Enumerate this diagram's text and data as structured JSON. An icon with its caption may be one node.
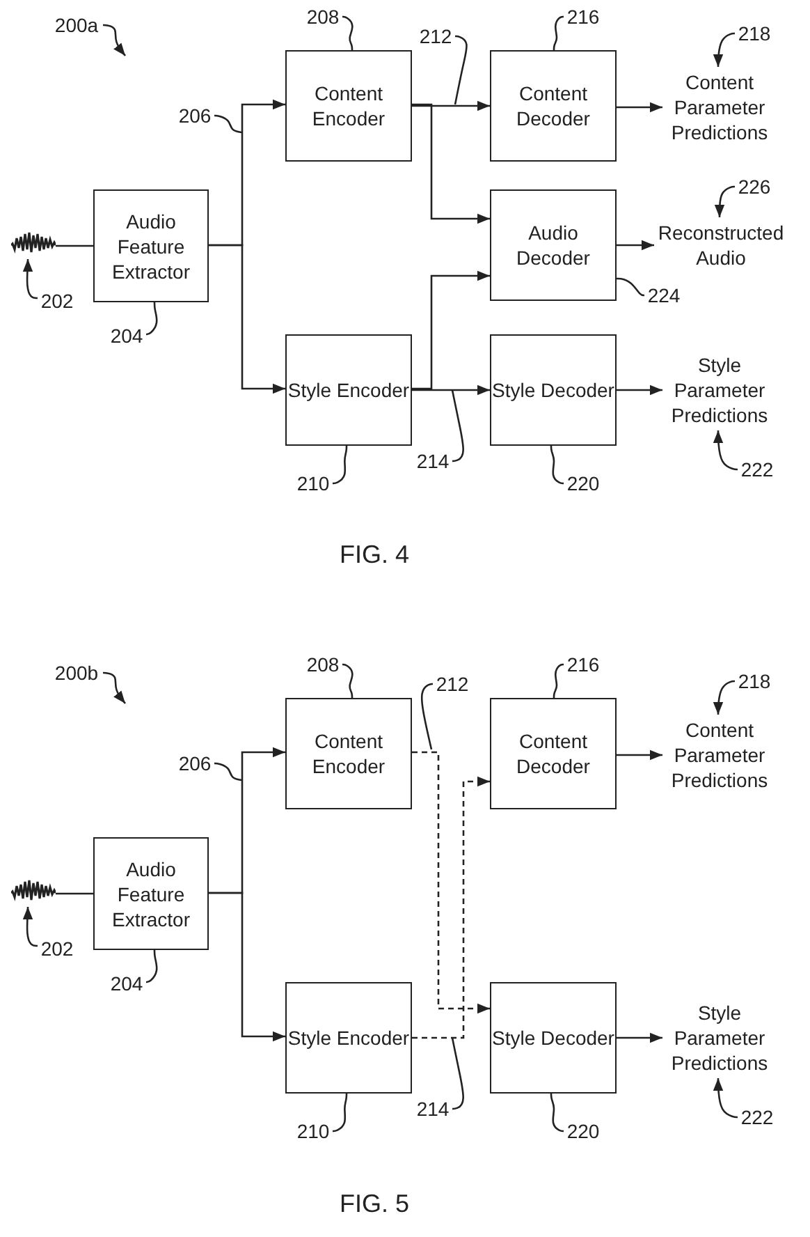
{
  "diagram": {
    "nodes": [
      {
        "text": [
          "200a"
        ]
      },
      {
        "text": [],
        "shape": "waveform"
      },
      {
        "text": [
          "202"
        ]
      },
      {
        "text": [
          "Audio Feature Extractor"
        ]
      },
      {
        "text": [
          "204"
        ]
      },
      {
        "text": [
          "206"
        ]
      },
      {
        "text": [
          "Content Encoder"
        ]
      },
      {
        "text": [
          "208"
        ]
      },
      {
        "text": [
          "Style Encoder"
        ]
      },
      {
        "text": [
          "210"
        ]
      },
      {
        "text": [
          "212"
        ]
      },
      {
        "text": [
          "214"
        ]
      },
      {
        "text": [
          "Content Decoder"
        ]
      },
      {
        "text": [
          "216"
        ]
      },
      {
        "text": [
          "Audio Decoder"
        ]
      },
      {
        "text": [
          "224"
        ]
      },
      {
        "text": [
          "Style Decoder"
        ]
      },
      {
        "text": [
          "220"
        ]
      },
      {
        "text": [
          "Content Parameter Predictions"
        ]
      },
      {
        "text": [
          "218"
        ]
      },
      {
        "text": [
          "Reconstructed Audio"
        ]
      },
      {
        "text": [
          "226"
        ]
      },
      {
        "text": [
          "Style Parameter Predictions"
        ]
      },
      {
        "text": [
          "222"
        ]
      },
      {
        "text": [
          "200b"
        ]
      },
      {
        "text": [],
        "shape": "waveform"
      },
      {
        "text": [
          "202"
        ]
      },
      {
        "text": [
          "Audio Feature Extractor"
        ]
      },
      {
        "text": [
          "204"
        ]
      },
      {
        "text": [
          "206"
        ]
      },
      {
        "text": [
          "Content Encoder"
        ]
      },
      {
        "text": [
          "208"
        ]
      },
      {
        "text": [
          "Style Encoder"
        ]
      },
      {
        "text": [
          "210"
        ]
      },
      {
        "text": [
          "212"
        ]
      },
      {
        "text": [
          "214"
        ]
      },
      {
        "text": [
          "Content Decoder"
        ]
      },
      {
        "text": [
          "216"
        ]
      },
      {
        "text": [
          "Style Decoder"
        ]
      },
      {
        "text": [
          "220"
        ]
      },
      {
        "text": [
          "Content Parameter Predictions"
        ]
      },
      {
        "text": [
          "218"
        ]
      },
      {
        "text": [
          "Style Parameter Predictions"
        ]
      },
      {
        "text": [
          "222"
        ]
      }
    ],
    "edges": [
      {
        "from": 1,
        "to": 3,
        "arrow": "none"
      },
      {
        "from": 3,
        "to": 6,
        "arrow": "to"
      },
      {
        "from": 3,
        "to": 8,
        "arrow": "to"
      },
      {
        "from": 6,
        "to": 12,
        "arrow": "to"
      },
      {
        "from": 6,
        "to": 14,
        "arrow": "to"
      },
      {
        "from": 8,
        "to": 14,
        "arrow": "to"
      },
      {
        "from": 8,
        "to": 16,
        "arrow": "to"
      },
      {
        "from": 12,
        "to": 18,
        "arrow": "to"
      },
      {
        "from": 14,
        "to": 20,
        "arrow": "to"
      },
      {
        "from": 16,
        "to": 22,
        "arrow": "to"
      },
      {
        "from": 0,
        "to": null,
        "arrow": "to"
      },
      {
        "from": 2,
        "to": 1,
        "arrow": "to"
      },
      {
        "from": 4,
        "to": 3,
        "arrow": "none"
      },
      {
        "from": 5,
        "to": null,
        "arrow": "none"
      },
      {
        "from": 7,
        "to": 6,
        "arrow": "none"
      },
      {
        "from": 9,
        "to": 8,
        "arrow": "none"
      },
      {
        "from": 10,
        "to": null,
        "arrow": "none"
      },
      {
        "from": 11,
        "to": null,
        "arrow": "none"
      },
      {
        "from": 13,
        "to": 12,
        "arrow": "none"
      },
      {
        "from": 15,
        "to": 14,
        "arrow": "none"
      },
      {
        "from": 17,
        "to": 16,
        "arrow": "none"
      },
      {
        "from": 19,
        "to": 18,
        "arrow": "to"
      },
      {
        "from": 21,
        "to": 20,
        "arrow": "to"
      },
      {
        "from": 23,
        "to": 22,
        "arrow": "to"
      },
      {
        "from": 25,
        "to": 27,
        "arrow": "none"
      },
      {
        "from": 27,
        "to": 30,
        "arrow": "to"
      },
      {
        "from": 27,
        "to": 32,
        "arrow": "to"
      },
      {
        "from": 30,
        "to": 38,
        "arrow": "to",
        "style": "dashed"
      },
      {
        "from": 32,
        "to": 36,
        "arrow": "to",
        "style": "dashed"
      },
      {
        "from": 36,
        "to": 40,
        "arrow": "to"
      },
      {
        "from": 38,
        "to": 42,
        "arrow": "to"
      },
      {
        "from": 24,
        "to": null,
        "arrow": "to"
      },
      {
        "from": 26,
        "to": 25,
        "arrow": "to"
      },
      {
        "from": 28,
        "to": 27,
        "arrow": "none"
      },
      {
        "from": 29,
        "to": null,
        "arrow": "none"
      },
      {
        "from": 31,
        "to": 30,
        "arrow": "none"
      },
      {
        "from": 33,
        "to": 32,
        "arrow": "none"
      },
      {
        "from": 34,
        "to": null,
        "arrow": "none"
      },
      {
        "from": 35,
        "to": null,
        "arrow": "none"
      },
      {
        "from": 37,
        "to": 36,
        "arrow": "none"
      },
      {
        "from": 39,
        "to": 38,
        "arrow": "none"
      },
      {
        "from": 41,
        "to": 40,
        "arrow": "to"
      },
      {
        "from": 43,
        "to": 42,
        "arrow": "to"
      }
    ],
    "labels": [
      "FIG. 4",
      "FIG. 5"
    ]
  }
}
